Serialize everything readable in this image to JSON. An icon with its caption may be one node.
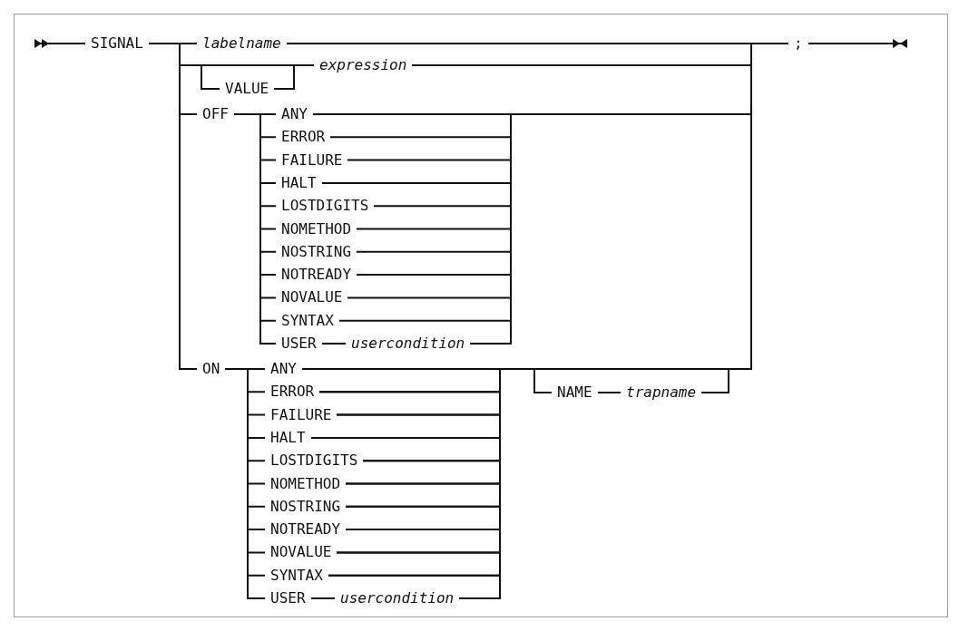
{
  "diagram": {
    "nodes": [
      {
        "text": [
          "SIGNAL"
        ]
      },
      {
        "text": [
          "labelname"
        ]
      },
      {
        "text": [
          "VALUE"
        ]
      },
      {
        "text": [
          "expression"
        ]
      },
      {
        "text": [
          "OFF"
        ]
      },
      {
        "text": [
          "ANY"
        ]
      },
      {
        "text": [
          "ERROR"
        ]
      },
      {
        "text": [
          "FAILURE"
        ]
      },
      {
        "text": [
          "HALT"
        ]
      },
      {
        "text": [
          "LOSTDIGITS"
        ]
      },
      {
        "text": [
          "NOMETHOD"
        ]
      },
      {
        "text": [
          "NOSTRING"
        ]
      },
      {
        "text": [
          "NOTREADY"
        ]
      },
      {
        "text": [
          "NOVALUE"
        ]
      },
      {
        "text": [
          "SYNTAX"
        ]
      },
      {
        "text": [
          "USER"
        ]
      },
      {
        "text": [
          "usercondition"
        ]
      },
      {
        "text": [
          "ON"
        ]
      },
      {
        "text": [
          "ANY"
        ]
      },
      {
        "text": [
          "ERROR"
        ]
      },
      {
        "text": [
          "FAILURE"
        ]
      },
      {
        "text": [
          "HALT"
        ]
      },
      {
        "text": [
          "LOSTDIGITS"
        ]
      },
      {
        "text": [
          "NOMETHOD"
        ]
      },
      {
        "text": [
          "NOSTRING"
        ]
      },
      {
        "text": [
          "NOTREADY"
        ]
      },
      {
        "text": [
          "NOVALUE"
        ]
      },
      {
        "text": [
          "SYNTAX"
        ]
      },
      {
        "text": [
          "USER"
        ]
      },
      {
        "text": [
          "usercondition"
        ]
      },
      {
        "text": [
          "NAME"
        ]
      },
      {
        "text": [
          "trapname"
        ]
      },
      {
        "text": [
          ";"
        ]
      }
    ],
    "edges": [
      {
        "from": null,
        "to": 0,
        "arrow": "other"
      },
      {
        "from": 0,
        "to": 1,
        "arrow": "none"
      },
      {
        "from": 0,
        "to": 2,
        "arrow": "none"
      },
      {
        "from": 0,
        "to": 3,
        "arrow": "none"
      },
      {
        "from": 2,
        "to": 3,
        "arrow": "none"
      },
      {
        "from": 0,
        "to": 4,
        "arrow": "none"
      },
      {
        "from": 0,
        "to": 17,
        "arrow": "none"
      },
      {
        "from": 4,
        "to": 5,
        "arrow": "none"
      },
      {
        "from": 4,
        "to": 6,
        "arrow": "none"
      },
      {
        "from": 4,
        "to": 7,
        "arrow": "none"
      },
      {
        "from": 4,
        "to": 8,
        "arrow": "none"
      },
      {
        "from": 4,
        "to": 9,
        "arrow": "none"
      },
      {
        "from": 4,
        "to": 10,
        "arrow": "none"
      },
      {
        "from": 4,
        "to": 11,
        "arrow": "none"
      },
      {
        "from": 4,
        "to": 12,
        "arrow": "none"
      },
      {
        "from": 4,
        "to": 13,
        "arrow": "none"
      },
      {
        "from": 4,
        "to": 14,
        "arrow": "none"
      },
      {
        "from": 4,
        "to": 15,
        "arrow": "none"
      },
      {
        "from": 15,
        "to": 16,
        "arrow": "none"
      },
      {
        "from": 5,
        "to": 32,
        "arrow": "none"
      },
      {
        "from": 6,
        "to": 32,
        "arrow": "none"
      },
      {
        "from": 7,
        "to": 32,
        "arrow": "none"
      },
      {
        "from": 8,
        "to": 32,
        "arrow": "none"
      },
      {
        "from": 9,
        "to": 32,
        "arrow": "none"
      },
      {
        "from": 10,
        "to": 32,
        "arrow": "none"
      },
      {
        "from": 11,
        "to": 32,
        "arrow": "none"
      },
      {
        "from": 12,
        "to": 32,
        "arrow": "none"
      },
      {
        "from": 13,
        "to": 32,
        "arrow": "none"
      },
      {
        "from": 14,
        "to": 32,
        "arrow": "none"
      },
      {
        "from": 16,
        "to": 32,
        "arrow": "none"
      },
      {
        "from": 1,
        "to": 32,
        "arrow": "none"
      },
      {
        "from": 3,
        "to": 32,
        "arrow": "none"
      },
      {
        "from": 17,
        "to": 18,
        "arrow": "none"
      },
      {
        "from": 17,
        "to": 19,
        "arrow": "none"
      },
      {
        "from": 17,
        "to": 20,
        "arrow": "none"
      },
      {
        "from": 17,
        "to": 21,
        "arrow": "none"
      },
      {
        "from": 17,
        "to": 22,
        "arrow": "none"
      },
      {
        "from": 17,
        "to": 23,
        "arrow": "none"
      },
      {
        "from": 17,
        "to": 24,
        "arrow": "none"
      },
      {
        "from": 17,
        "to": 25,
        "arrow": "none"
      },
      {
        "from": 17,
        "to": 26,
        "arrow": "none"
      },
      {
        "from": 17,
        "to": 27,
        "arrow": "none"
      },
      {
        "from": 17,
        "to": 28,
        "arrow": "none"
      },
      {
        "from": 28,
        "to": 29,
        "arrow": "none"
      },
      {
        "from": 18,
        "to": 30,
        "arrow": "none"
      },
      {
        "from": 19,
        "to": 30,
        "arrow": "none"
      },
      {
        "from": 20,
        "to": 30,
        "arrow": "none"
      },
      {
        "from": 21,
        "to": 30,
        "arrow": "none"
      },
      {
        "from": 22,
        "to": 30,
        "arrow": "none"
      },
      {
        "from": 23,
        "to": 30,
        "arrow": "none"
      },
      {
        "from": 24,
        "to": 30,
        "arrow": "none"
      },
      {
        "from": 25,
        "to": 30,
        "arrow": "none"
      },
      {
        "from": 26,
        "to": 30,
        "arrow": "none"
      },
      {
        "from": 27,
        "to": 30,
        "arrow": "none"
      },
      {
        "from": 29,
        "to": 30,
        "arrow": "none"
      },
      {
        "from": 18,
        "to": 32,
        "arrow": "none"
      },
      {
        "from": 19,
        "to": 32,
        "arrow": "none"
      },
      {
        "from": 20,
        "to": 32,
        "arrow": "none"
      },
      {
        "from": 21,
        "to": 32,
        "arrow": "none"
      },
      {
        "from": 22,
        "to": 32,
        "arrow": "none"
      },
      {
        "from": 23,
        "to": 32,
        "arrow": "none"
      },
      {
        "from": 24,
        "to": 32,
        "arrow": "none"
      },
      {
        "from": 25,
        "to": 32,
        "arrow": "none"
      },
      {
        "from": 26,
        "to": 32,
        "arrow": "none"
      },
      {
        "from": 27,
        "to": 32,
        "arrow": "none"
      },
      {
        "from": 29,
        "to": 32,
        "arrow": "none"
      },
      {
        "from": 30,
        "to": 31,
        "arrow": "none"
      },
      {
        "from": 31,
        "to": 32,
        "arrow": "none"
      },
      {
        "from": 32,
        "to": null,
        "arrow": "to"
      }
    ]
  }
}
